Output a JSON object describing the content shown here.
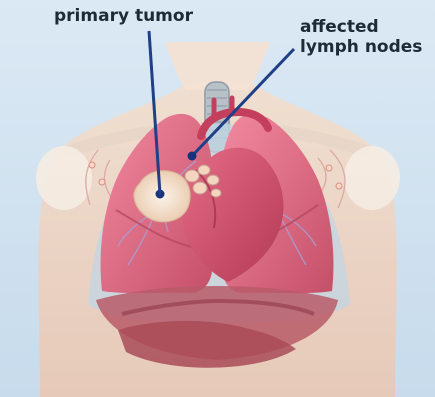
{
  "labels": {
    "primary_tumor": "primary tumor",
    "affected_line1": "affected",
    "affected_line2": "lymph nodes"
  },
  "colors": {
    "background": "#cfe3f1",
    "leader_line": "#1f3f86",
    "tumor": "#f0ddc7",
    "lung": "#d96b85",
    "heart": "#c9536d",
    "diaphragm": "#8f3b47"
  }
}
